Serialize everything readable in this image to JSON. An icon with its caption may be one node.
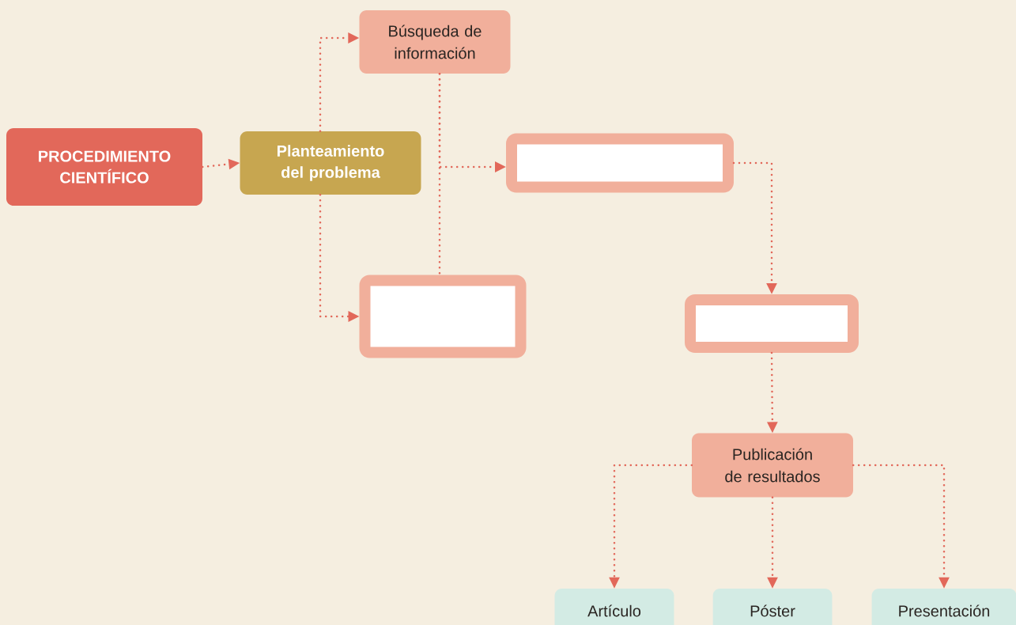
{
  "diagram": {
    "nodes": [
      {
        "text": [
          "PROCEDIMIENTO CIENTÍFICO"
        ]
      },
      {
        "text": [
          "Planteamiento del problema"
        ]
      },
      {
        "text": [
          "Búsqueda de información"
        ]
      },
      {
        "text": [],
        "shape": "box"
      },
      {
        "text": [],
        "shape": "box"
      },
      {
        "text": [],
        "shape": "box"
      },
      {
        "text": [
          "Publicación de resultados"
        ]
      },
      {
        "text": [
          "Artículo"
        ]
      },
      {
        "text": [
          "Póster"
        ]
      },
      {
        "text": [
          "Presentación"
        ]
      }
    ],
    "edges": [
      {
        "from": 0,
        "to": 1,
        "arrow": "to"
      },
      {
        "from": 1,
        "to": 2,
        "arrow": "to"
      },
      {
        "from": 2,
        "to": 4,
        "arrow": "none"
      },
      {
        "from": 2,
        "to": 3,
        "arrow": "to"
      },
      {
        "from": 1,
        "to": 4,
        "arrow": "to"
      },
      {
        "from": 3,
        "to": 5,
        "arrow": "to"
      },
      {
        "from": 5,
        "to": 6,
        "arrow": "to"
      },
      {
        "from": 6,
        "to": 7,
        "arrow": "to"
      },
      {
        "from": 6,
        "to": 8,
        "arrow": "to"
      },
      {
        "from": 6,
        "to": 9,
        "arrow": "to"
      }
    ]
  }
}
